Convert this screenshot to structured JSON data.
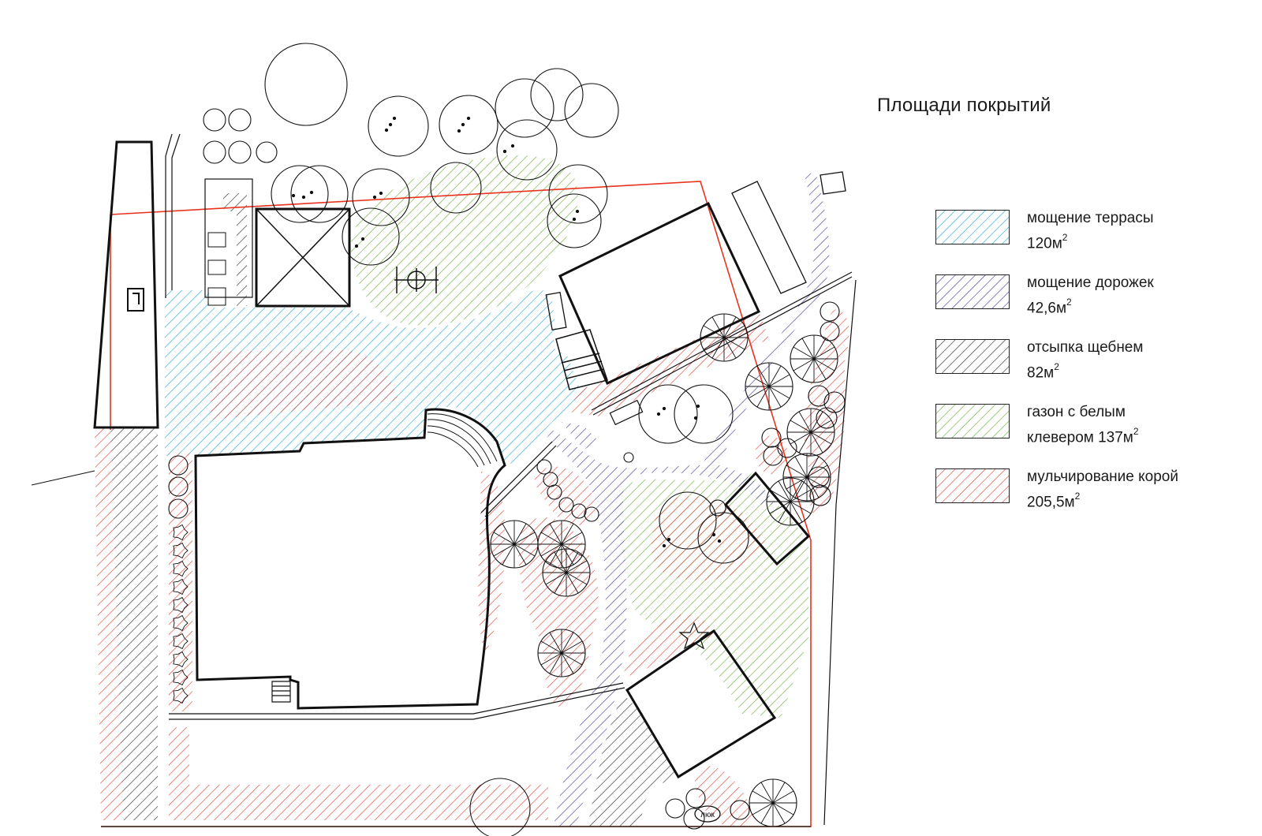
{
  "legend": {
    "title": "Площади покрытий",
    "items": [
      {
        "key": "terrace",
        "label": "мощение террасы",
        "area_value": "120м",
        "unit_sup": "2",
        "color": "#29a9d9"
      },
      {
        "key": "paths",
        "label": "мощение дорожек",
        "area_value": "42,6м",
        "unit_sup": "2",
        "color": "#4d3d9a"
      },
      {
        "key": "gravel",
        "label": "отсыпка щебнем",
        "area_value": "82м",
        "unit_sup": "2",
        "color": "#333333"
      },
      {
        "key": "lawn",
        "label": "газон с белым",
        "area_value": "клевером 137м",
        "unit_sup": "2",
        "color": "#6cb043"
      },
      {
        "key": "mulch",
        "label": "мульчирование корой",
        "area_value": "205,5м",
        "unit_sup": "2",
        "color": "#e0483a"
      }
    ]
  },
  "plan": {
    "manhole_label": "люк",
    "boundary_color": "#e8331f",
    "outline_color": "#111111"
  }
}
